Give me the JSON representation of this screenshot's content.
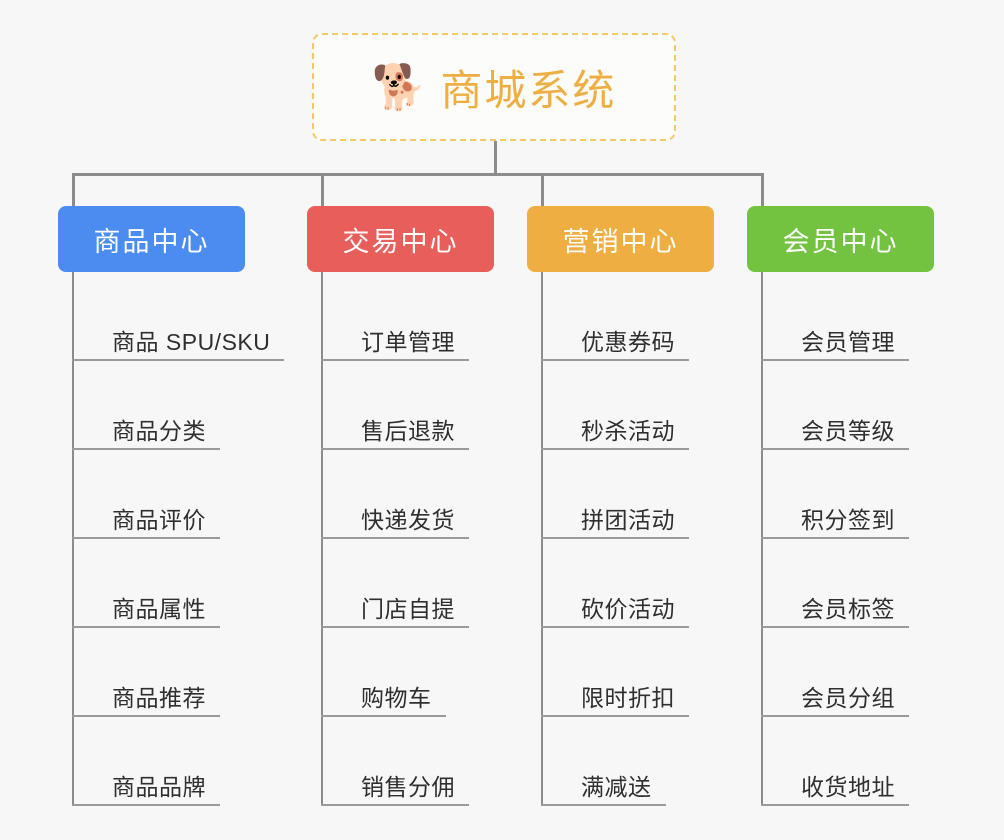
{
  "root": {
    "emoji": "dog-face-emoji",
    "emoji_glyph": "🐕",
    "title": "商城系统"
  },
  "colors": {
    "background": "#f7f7f7",
    "root_border": "#f3c969",
    "root_text": "#eeae41",
    "connector": "#8c8c8c",
    "leaf_rule": "#9a9a9a",
    "leaf_text": "#2f2f2f",
    "product_center": "#4a8cf0",
    "trade_center": "#e85e5a",
    "marketing_center": "#eeae41",
    "member_center": "#73c341"
  },
  "branches": [
    {
      "id": "product-center",
      "label": "商品中心",
      "color": "#4a8cf0",
      "items": [
        "商品 SPU/SKU",
        "商品分类",
        "商品评价",
        "商品属性",
        "商品推荐",
        "商品品牌"
      ]
    },
    {
      "id": "trade-center",
      "label": "交易中心",
      "color": "#e85e5a",
      "items": [
        "订单管理",
        "售后退款",
        "快递发货",
        "门店自提",
        "购物车",
        "销售分佣"
      ]
    },
    {
      "id": "marketing-center",
      "label": "营销中心",
      "color": "#eeae41",
      "items": [
        "优惠券码",
        "秒杀活动",
        "拼团活动",
        "砍价活动",
        "限时折扣",
        "满减送"
      ]
    },
    {
      "id": "member-center",
      "label": "会员中心",
      "color": "#73c341",
      "items": [
        "会员管理",
        "会员等级",
        "积分签到",
        "会员标签",
        "会员分组",
        "收货地址"
      ]
    }
  ]
}
